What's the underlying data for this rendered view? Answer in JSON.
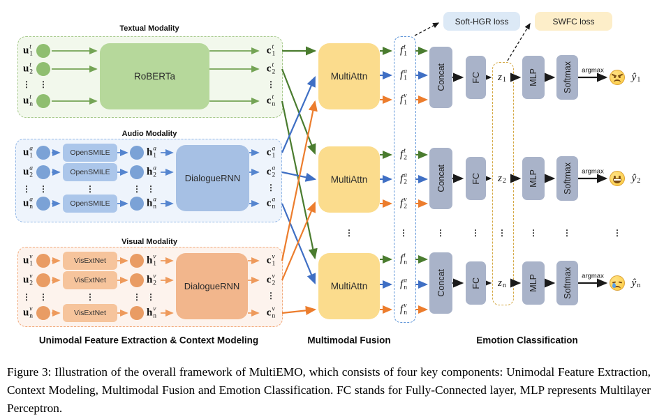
{
  "dots": "⋮",
  "colors": {
    "textual_accent": "#8fbe70",
    "textual_box": "#b6d89b",
    "textual_bg": "#f2f8ec",
    "textual_arrow": "#4a7c2f",
    "audio_accent": "#7ba2d6",
    "audio_box": "#a6c0e4",
    "audio_bg": "#eef4fc",
    "audio_arrow": "#3f6fc4",
    "visual_accent": "#e99c64",
    "visual_box": "#f2b68c",
    "visual_bg": "#fdf3ed",
    "visual_arrow": "#ec7d2d",
    "fusion_box": "#fbdc8d",
    "gray_box": "#a9b3c9",
    "soft_hgr_box": "#dce9f6",
    "swfc_box": "#fdeec9",
    "f_dashed_border": "#5f95d8",
    "z_dashed_border": "#d4a843"
  },
  "textual": {
    "title": "Textual Modality",
    "model": "RoBERTa",
    "inputs": [
      {
        "b": "u",
        "s": "t",
        "i": "1"
      },
      {
        "b": "u",
        "s": "t",
        "i": "2"
      },
      {
        "b": "u",
        "s": "t",
        "i": "n"
      }
    ],
    "outputs": [
      {
        "b": "c",
        "s": "t",
        "i": "1"
      },
      {
        "b": "c",
        "s": "t",
        "i": "2"
      },
      {
        "b": "c",
        "s": "t",
        "i": "n"
      }
    ]
  },
  "audio": {
    "title": "Audio Modality",
    "extractor": "OpenSMILE",
    "model": "DialogueRNN",
    "inputs": [
      {
        "b": "u",
        "s": "a",
        "i": "1"
      },
      {
        "b": "u",
        "s": "a",
        "i": "2"
      },
      {
        "b": "u",
        "s": "a",
        "i": "n"
      }
    ],
    "hidden": [
      {
        "b": "h",
        "s": "a",
        "i": "1"
      },
      {
        "b": "h",
        "s": "a",
        "i": "2"
      },
      {
        "b": "h",
        "s": "a",
        "i": "n"
      }
    ],
    "outputs": [
      {
        "b": "c",
        "s": "a",
        "i": "1"
      },
      {
        "b": "c",
        "s": "a",
        "i": "2"
      },
      {
        "b": "c",
        "s": "a",
        "i": "n"
      }
    ]
  },
  "visual": {
    "title": "Visual Modality",
    "extractor": "VisExtNet",
    "model": "DialogueRNN",
    "inputs": [
      {
        "b": "u",
        "s": "v",
        "i": "1"
      },
      {
        "b": "u",
        "s": "v",
        "i": "2"
      },
      {
        "b": "u",
        "s": "v",
        "i": "n"
      }
    ],
    "hidden": [
      {
        "b": "h",
        "s": "v",
        "i": "1"
      },
      {
        "b": "h",
        "s": "v",
        "i": "2"
      },
      {
        "b": "h",
        "s": "v",
        "i": "n"
      }
    ],
    "outputs": [
      {
        "b": "c",
        "s": "v",
        "i": "1"
      },
      {
        "b": "c",
        "s": "v",
        "i": "2"
      },
      {
        "b": "c",
        "s": "v",
        "i": "n"
      }
    ]
  },
  "fusion": {
    "block": "MultiAttn",
    "features": [
      {
        "b": "f",
        "s": "t",
        "i": "1"
      },
      {
        "b": "f",
        "s": "a",
        "i": "1"
      },
      {
        "b": "f",
        "s": "v",
        "i": "1"
      },
      {
        "b": "f",
        "s": "t",
        "i": "2"
      },
      {
        "b": "f",
        "s": "a",
        "i": "2"
      },
      {
        "b": "f",
        "s": "v",
        "i": "2"
      },
      {
        "b": "f",
        "s": "t",
        "i": "n"
      },
      {
        "b": "f",
        "s": "a",
        "i": "n"
      },
      {
        "b": "f",
        "s": "v",
        "i": "n"
      }
    ]
  },
  "classification": {
    "concat": "Concat",
    "fc": "FC",
    "mlp": "MLP",
    "softmax": "Softmax",
    "argmax": "argmax",
    "z": [
      {
        "b": "z",
        "i": "1"
      },
      {
        "b": "z",
        "i": "2"
      },
      {
        "b": "z",
        "i": "n"
      }
    ],
    "preds": [
      {
        "b": "ŷ",
        "i": "1",
        "emoji": "angry-face"
      },
      {
        "b": "ŷ",
        "i": "2",
        "emoji": "grinning-face"
      },
      {
        "b": "ŷ",
        "i": "n",
        "emoji": "crying-face"
      }
    ]
  },
  "losses": {
    "soft_hgr": "Soft-HGR loss",
    "swfc": "SWFC loss"
  },
  "section_labels": {
    "unimodal": "Unimodal Feature Extraction & Context Modeling",
    "fusion": "Multimodal Fusion",
    "classification": "Emotion Classification"
  },
  "caption": "Figure 3: Illustration of the overall framework of MultiEMO, which consists of four key components: Unimodal Feature Extraction, Context Modeling, Multimodal Fusion and Emotion Classification.  FC stands for Fully-Connected layer, MLP represents Multilayer Perceptron."
}
